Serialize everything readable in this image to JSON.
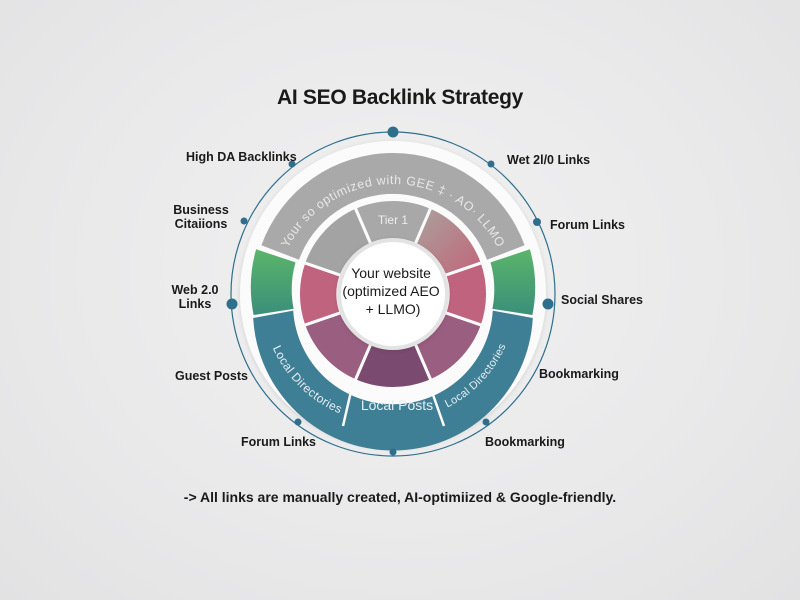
{
  "title": "AI SEO Backlink Strategy",
  "footer": "-> All links are manually created, AI-optimiized & Google-friendly.",
  "center": {
    "line1": "Your website",
    "line2": "(optimized AEO",
    "line3": "+ LLMO)"
  },
  "rings": {
    "outer_band_arc_text_top": "Your so optimized with GEE ‡ · AO· LLMO",
    "outer_band_bottom_left": "Local Directories",
    "outer_band_bottom_center": "Local Posts",
    "outer_band_bottom_right": "Local Directories",
    "inner_ring_top": "Tier 1"
  },
  "labels_left": [
    {
      "text": "High DA Backlinks"
    },
    {
      "text": "Business\nCitations",
      "line1": "Business",
      "line2": "Citaiions"
    },
    {
      "text": "Web 2.0\nLinks",
      "line1": "Web 2.0",
      "line2": "Links"
    },
    {
      "text": "Guest Posts"
    },
    {
      "text": "Forum Links"
    }
  ],
  "labels_right": [
    {
      "text": "Wet 2l/0 Links"
    },
    {
      "text": "Forum Links"
    },
    {
      "text": "Social Shares"
    },
    {
      "text": "Bookmarking"
    },
    {
      "text": "Bookmarking"
    }
  ],
  "colors": {
    "accent_teal": "#2f6f8c",
    "band_gray": "#a9a9a9",
    "band_green": "#4fa36b",
    "band_teal": "#3f7f96",
    "inner_pink": "#c0637f",
    "inner_mauve": "#9a5e80",
    "inner_purple": "#7a4a70",
    "inner_gray": "#a3a3a3"
  }
}
